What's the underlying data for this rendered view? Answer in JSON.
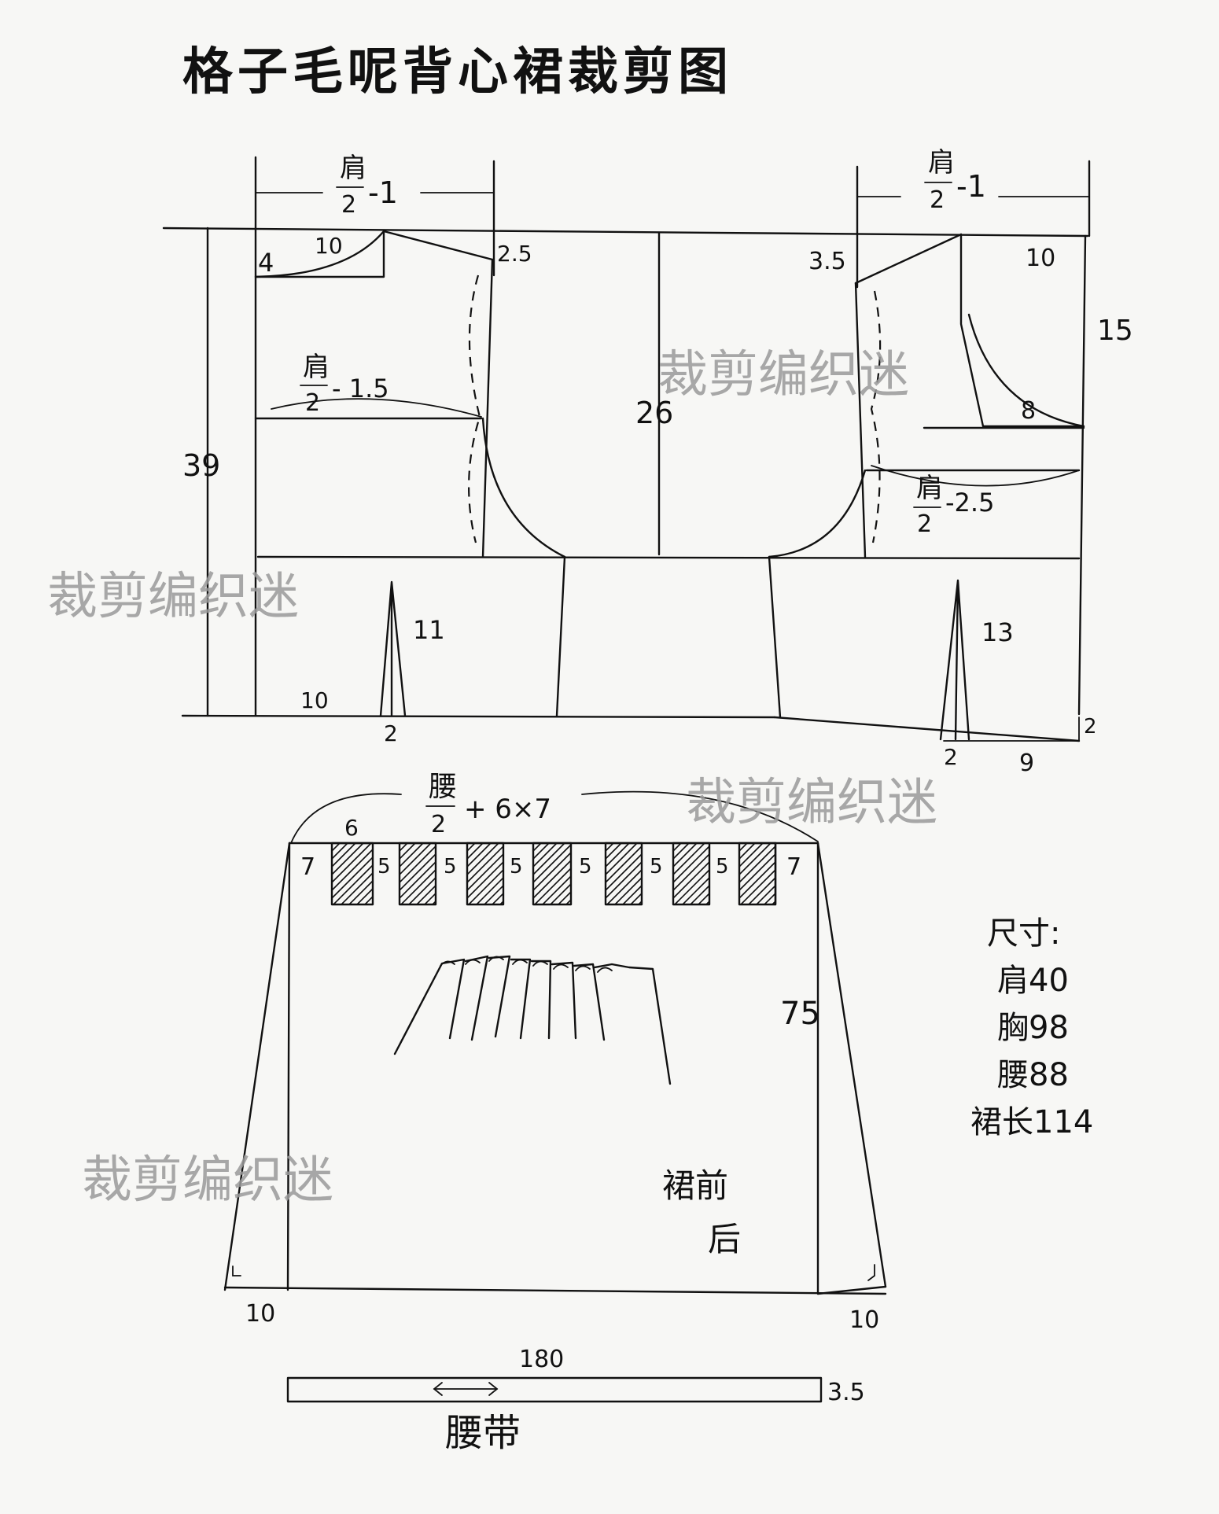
{
  "title": "格子毛呢背心裙裁剪图",
  "watermark": "裁剪编织迷",
  "bodice": {
    "shoulder_left": {
      "num": "肩",
      "den": "2",
      "rest": "-1"
    },
    "shoulder_right": {
      "num": "肩",
      "den": "2",
      "rest": "-1"
    },
    "chest_left": {
      "num": "肩",
      "den": "2",
      "rest": "- 1.5"
    },
    "chest_right": {
      "num": "肩",
      "den": "2",
      "rest": "-2.5"
    },
    "neck_width_left": "10",
    "neck_depth_left": "4",
    "shoulder_drop_left": "2.5",
    "shoulder_drop_right": "3.5",
    "neck_width_right": "10",
    "neck_depth_right": "15",
    "neck_bottom_right": "8",
    "armhole_depth": "26",
    "total_length": "39",
    "dart_left_height": "11",
    "dart_left_width": "2",
    "dart_left_offset": "10",
    "dart_right_height": "13",
    "dart_right_width": "2",
    "hem_offset_right": "9",
    "hem_drop_right": "2"
  },
  "skirt": {
    "waist_num": "腰",
    "waist_den": "2",
    "waist_rest": "+ 6×7",
    "pleat_top": "6",
    "edge_left": "7",
    "edge_right": "7",
    "gaps": [
      "5",
      "5",
      "5",
      "5",
      "5",
      "5"
    ],
    "length": "75",
    "hem_left": "10",
    "hem_right": "10",
    "label_line1": "裙前",
    "label_line2": "后"
  },
  "sizes": {
    "heading": "尺寸:",
    "items": [
      "肩40",
      "胸98",
      "腰88",
      "裙长114"
    ]
  },
  "waistband": {
    "length": "180",
    "width": "3.5",
    "label": "腰带"
  }
}
